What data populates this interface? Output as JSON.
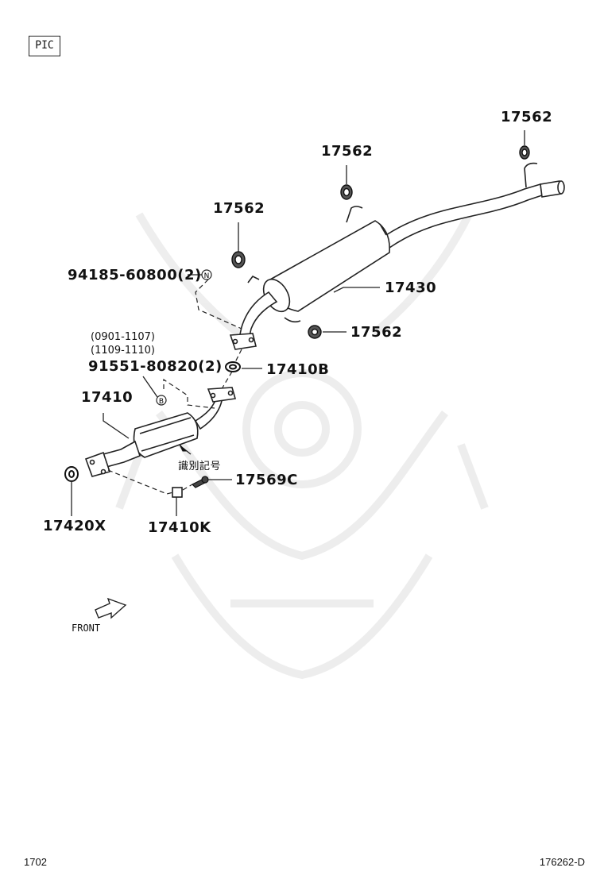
{
  "pic_label": "PIC",
  "part_labels": {
    "p17562_a": "17562",
    "p17562_b": "17562",
    "p17562_c": "17562",
    "p17562_d": "17562",
    "p17430": "17430",
    "p94185": "94185-60800(2)",
    "callout_n": "N",
    "date_range_1": "(0901-1107)",
    "date_range_2": "(1109-1110)",
    "p91551": "91551-80820(2)",
    "callout_b": "B",
    "p17410b": "17410B",
    "p17410": "17410",
    "id_mark": "識別記号",
    "p17569c": "17569C",
    "p17420x": "17420X",
    "p17410k": "17410K"
  },
  "front_label": "FRONT",
  "footer": {
    "left_code": "1702",
    "right_code": "176262-D"
  }
}
